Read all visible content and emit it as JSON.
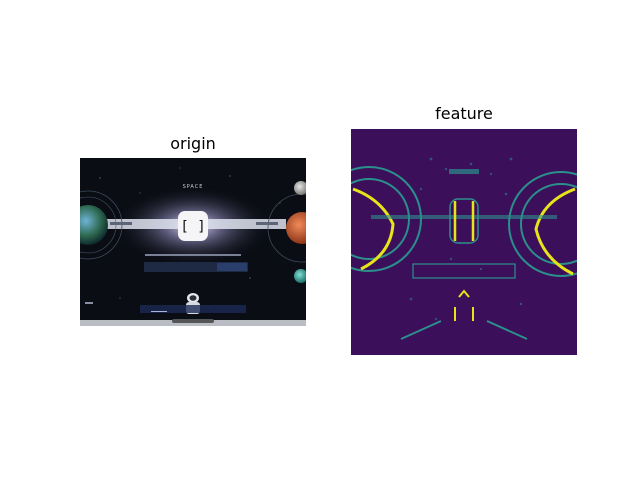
{
  "panels": {
    "origin": {
      "title": "origin"
    },
    "feature": {
      "title": "feature"
    }
  },
  "origin_screen": {
    "brand": "SPACE",
    "logo_glyph": "[ ]"
  },
  "colors": {
    "space_bg": "#0a0d14",
    "feature_bg": "#3c0f5a",
    "feature_hot": "#e7e419",
    "feature_mid": "#2b8f8c"
  }
}
